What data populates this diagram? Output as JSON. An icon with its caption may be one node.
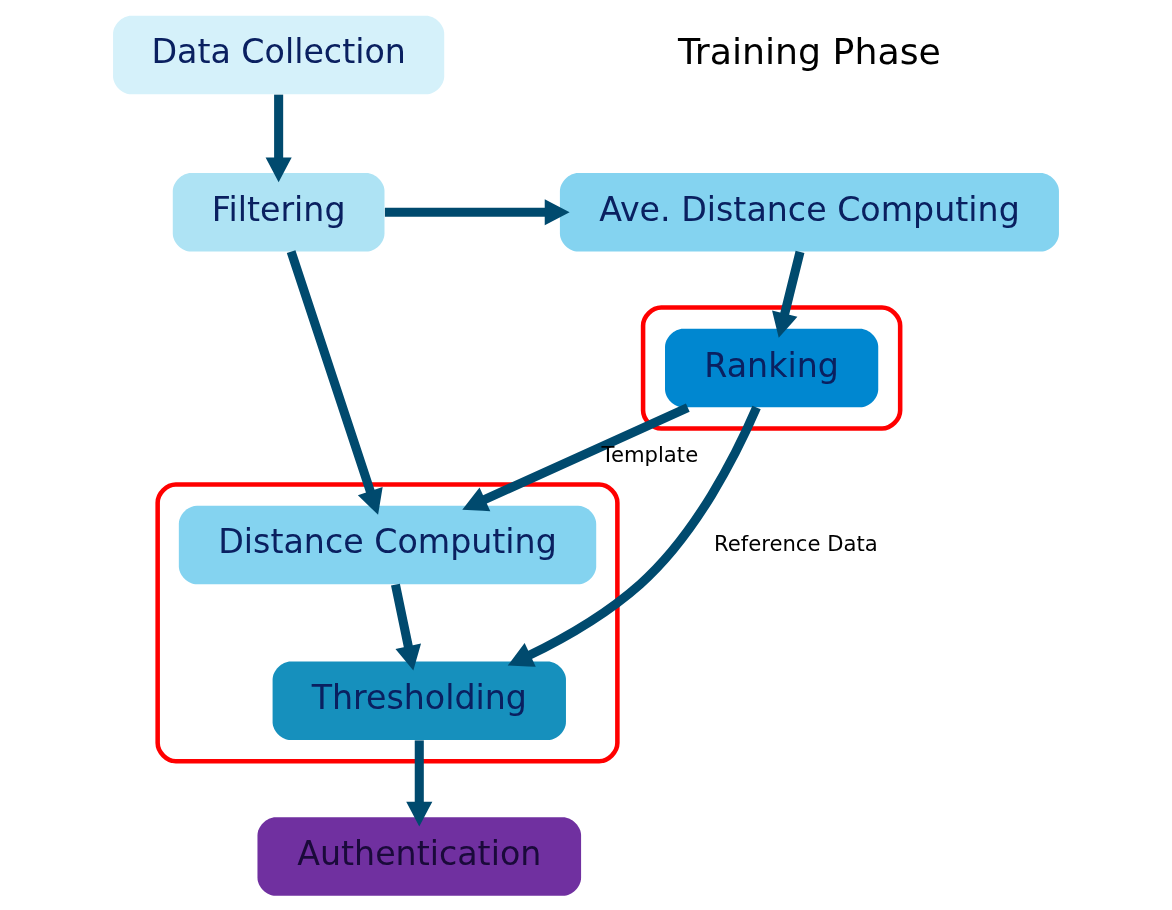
{
  "diagram": {
    "nodes": [
      {
        "text": [
          "Data Collection"
        ]
      },
      {
        "text": [
          "Filtering"
        ]
      },
      {
        "text": [
          "Ave. Distance Computing"
        ]
      },
      {
        "text": [],
        "shape": "box"
      },
      {
        "text": [
          "Ranking"
        ],
        "in": 3
      },
      {
        "text": [],
        "shape": "box"
      },
      {
        "text": [
          "Distance Computing"
        ],
        "in": 5
      },
      {
        "text": [
          "Thresholding"
        ],
        "in": 5
      },
      {
        "text": [
          "Authentication"
        ]
      }
    ],
    "edges": [
      {
        "from": 0,
        "to": 1,
        "arrow": "to"
      },
      {
        "from": 1,
        "to": 2,
        "arrow": "to"
      },
      {
        "from": 2,
        "to": 4,
        "arrow": "to"
      },
      {
        "from": 1,
        "to": 6,
        "arrow": "to"
      },
      {
        "from": 4,
        "to": 6,
        "arrow": "to",
        "label": "Template"
      },
      {
        "from": 4,
        "to": 7,
        "arrow": "to",
        "label": "Reference Data"
      },
      {
        "from": 6,
        "to": 7,
        "arrow": "to"
      },
      {
        "from": 7,
        "to": 8,
        "arrow": "to"
      }
    ],
    "labels": [
      "Training Phase"
    ]
  }
}
